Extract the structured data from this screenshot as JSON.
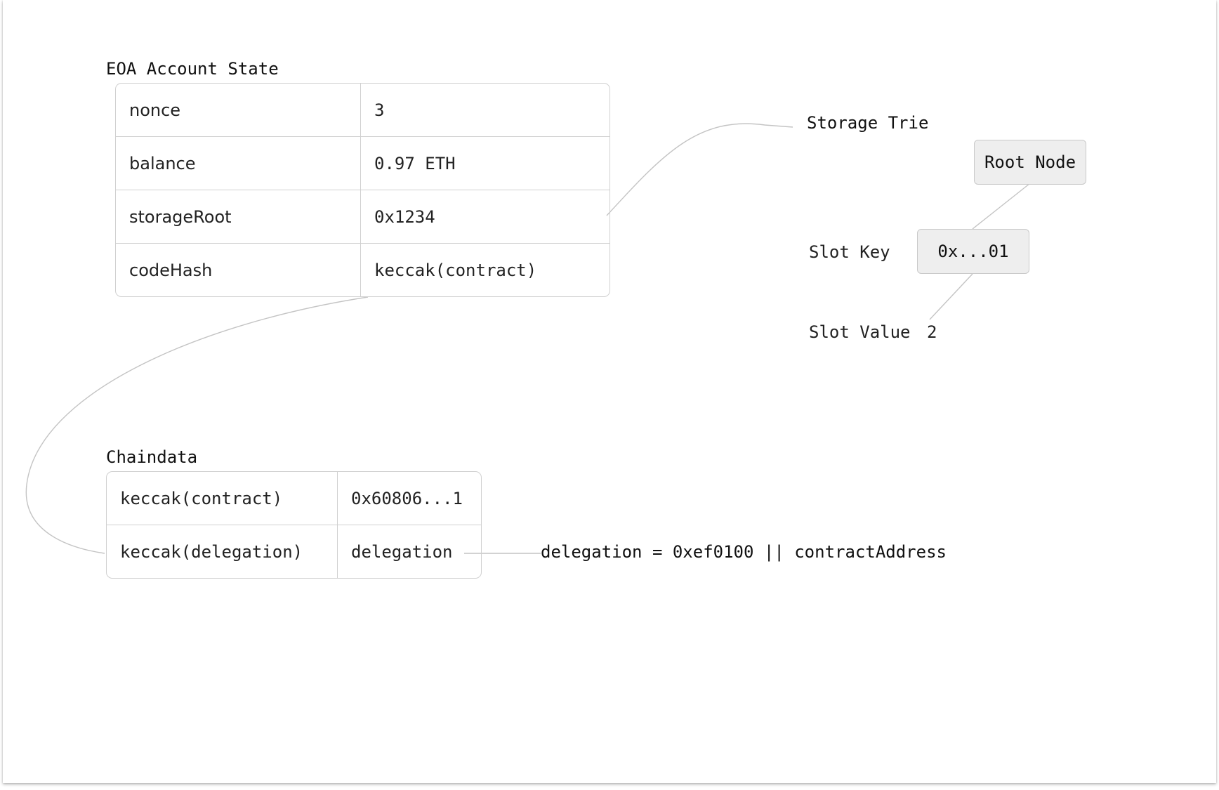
{
  "account": {
    "title": "EOA Account State",
    "rows": [
      {
        "key": "nonce",
        "value": "3"
      },
      {
        "key": "balance",
        "value": "0.97 ETH"
      },
      {
        "key": "storageRoot",
        "value": "0x1234"
      },
      {
        "key": "codeHash",
        "value": "keccak(contract)"
      }
    ]
  },
  "storage": {
    "title": "Storage Trie",
    "root_node": "Root Node",
    "slot_key_label": "Slot Key",
    "slot_key_value": "0x...01",
    "slot_value_label": "Slot Value",
    "slot_value": "2"
  },
  "chaindata": {
    "title": "Chaindata",
    "rows": [
      {
        "key": "keccak(contract)",
        "value": "0x60806...1"
      },
      {
        "key": "keccak(delegation)",
        "value": "delegation"
      }
    ],
    "delegation_note": "delegation = 0xef0100 || contractAddress"
  },
  "colors": {
    "border": "#d0d0d0",
    "node_fill": "#eeeeee",
    "connector": "#c4c4c4"
  }
}
